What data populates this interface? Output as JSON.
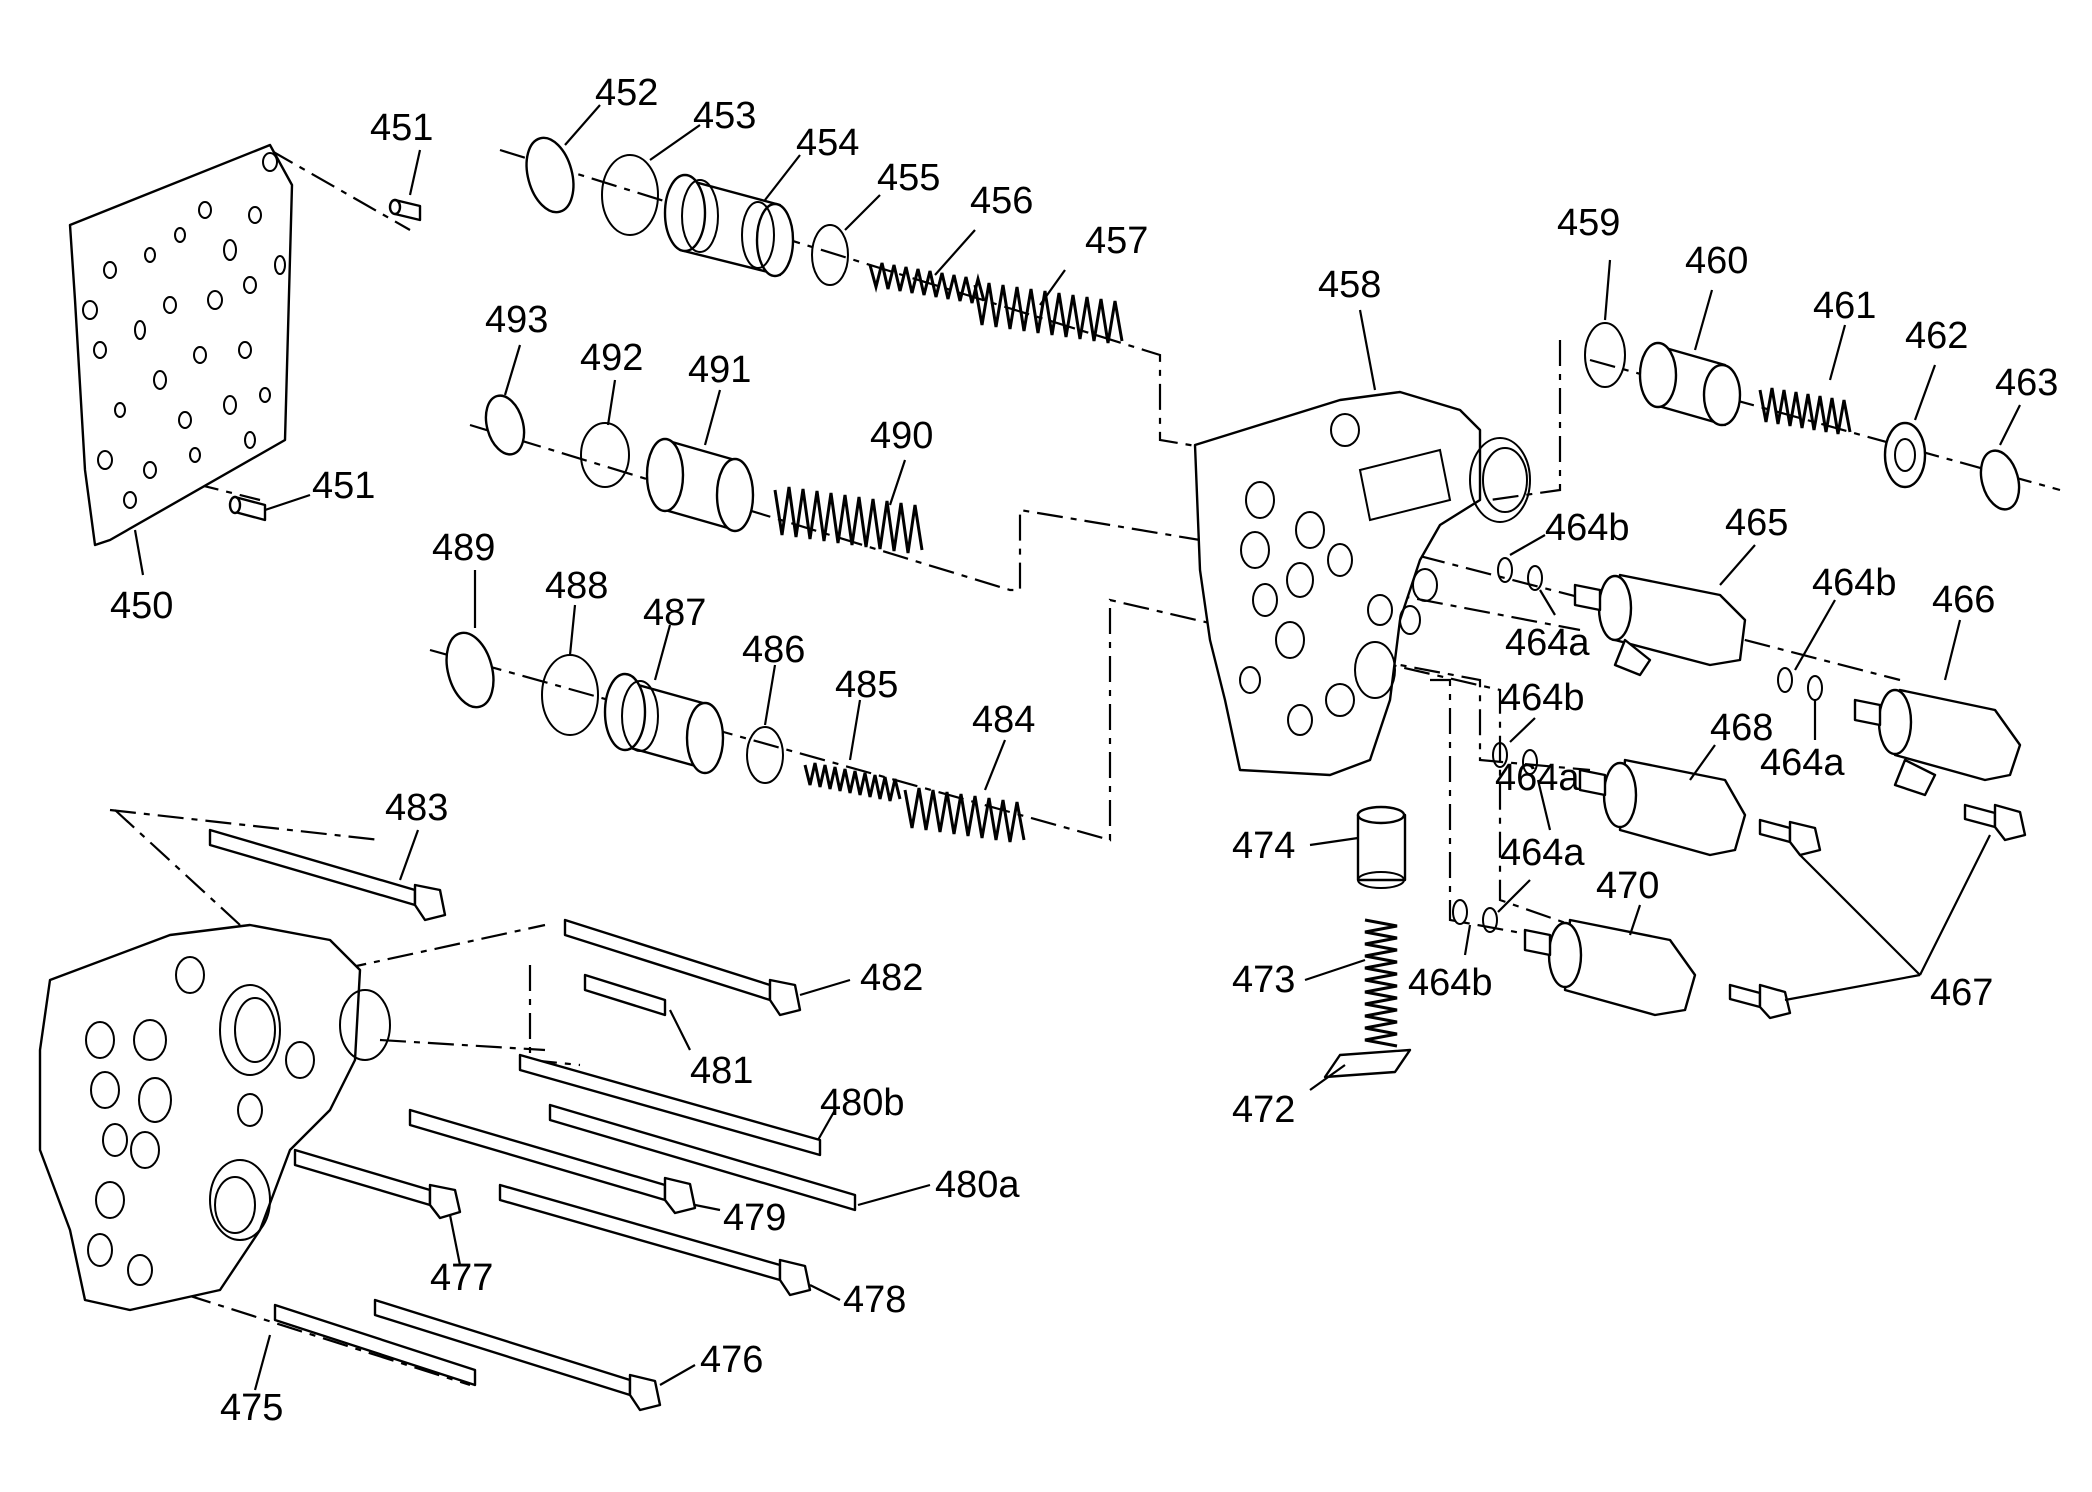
{
  "labels": [
    "450",
    "451",
    "451",
    "452",
    "453",
    "454",
    "455",
    "456",
    "457",
    "458",
    "459",
    "460",
    "461",
    "462",
    "463",
    "464b",
    "464a",
    "465",
    "464b",
    "466",
    "464a",
    "464b",
    "468",
    "464a",
    "464a",
    "470",
    "464b",
    "467",
    "474",
    "473",
    "472",
    "493",
    "492",
    "491",
    "490",
    "489",
    "488",
    "487",
    "486",
    "485",
    "484",
    "483",
    "482",
    "481",
    "480b",
    "480a",
    "479",
    "477",
    "478",
    "476",
    "475"
  ]
}
